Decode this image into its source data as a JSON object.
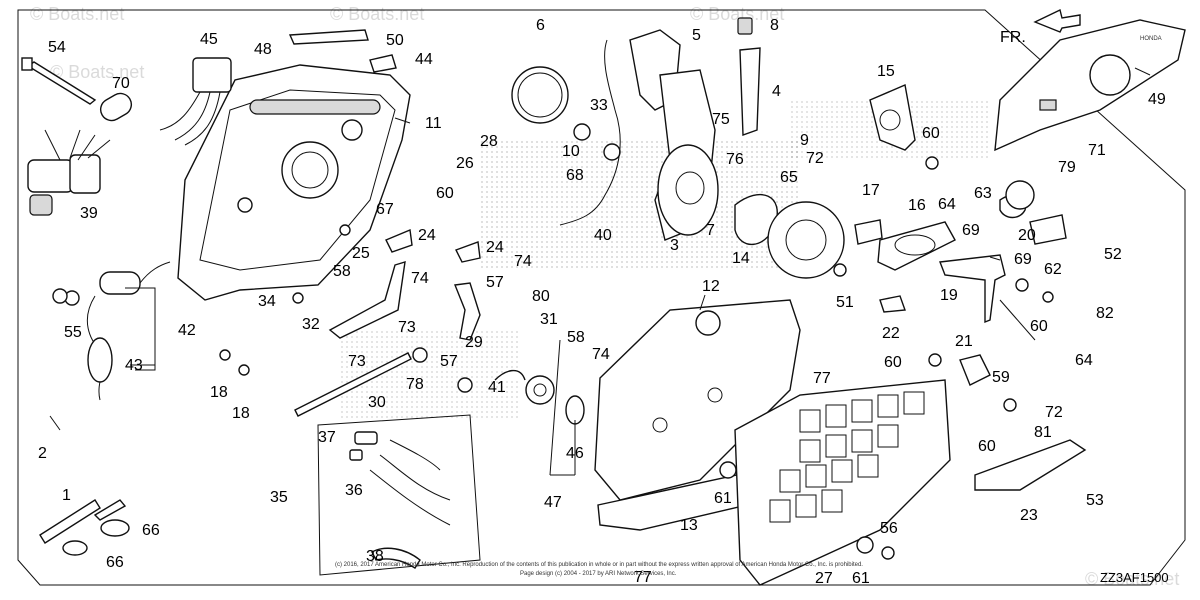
{
  "diagram": {
    "code": "ZZ3AF1500",
    "front_label": "FR.",
    "brand_on_cover": "HONDA",
    "watermark": "© Boats.net",
    "copyright": "(c) 2016, 2017 American Honda Motor Co., Inc. Reproduction of the contents of this publication in whole or in part without the express written approval of American Honda Motor Co., Inc. is prohibited.",
    "copyright2": "Page design (c) 2004 - 2017 by ARI Network Services, Inc.",
    "callouts": [
      "1",
      "2",
      "3",
      "4",
      "5",
      "6",
      "7",
      "8",
      "9",
      "10",
      "11",
      "12",
      "13",
      "14",
      "15",
      "16",
      "17",
      "18",
      "18",
      "19",
      "20",
      "21",
      "22",
      "23",
      "24",
      "24",
      "25",
      "26",
      "27",
      "28",
      "29",
      "30",
      "31",
      "32",
      "33",
      "34",
      "35",
      "36",
      "37",
      "38",
      "39",
      "40",
      "41",
      "42",
      "43",
      "44",
      "45",
      "46",
      "47",
      "48",
      "49",
      "50",
      "51",
      "52",
      "53",
      "54",
      "55",
      "56",
      "57",
      "57",
      "58",
      "58",
      "59",
      "60",
      "60",
      "60",
      "60",
      "60",
      "61",
      "61",
      "62",
      "63",
      "64",
      "64",
      "65",
      "66",
      "66",
      "67",
      "68",
      "69",
      "69",
      "70",
      "71",
      "72",
      "72",
      "73",
      "73",
      "74",
      "74",
      "74",
      "75",
      "76",
      "77",
      "77",
      "78",
      "79",
      "80",
      "81",
      "82"
    ]
  }
}
